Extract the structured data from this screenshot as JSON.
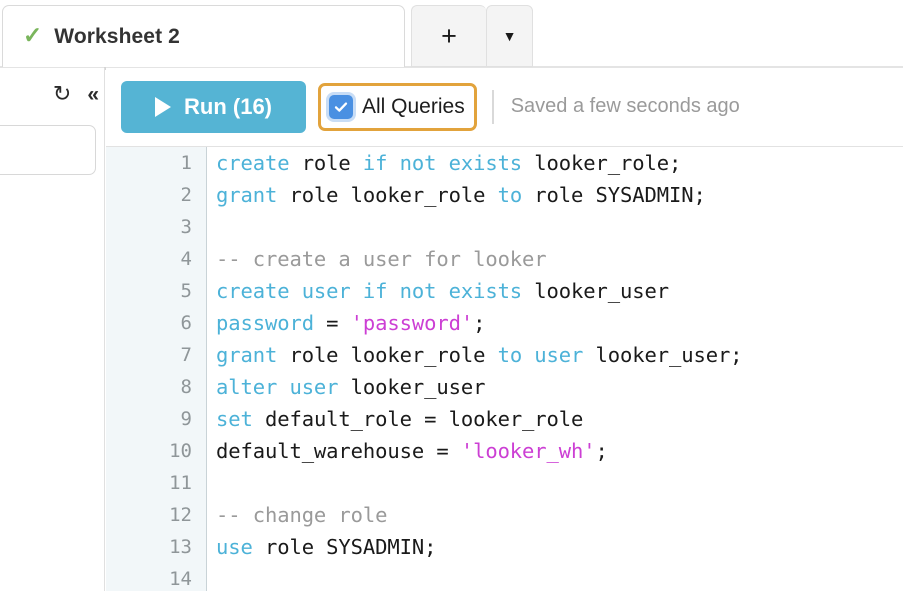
{
  "tabbar": {
    "active_tab": {
      "label": "Worksheet 2",
      "status_icon": "check-icon",
      "status_color": "#7ab55c"
    },
    "add_button_label": "+",
    "dropdown_caret_label": "▼"
  },
  "left_rail": {
    "refresh_icon": "↻",
    "collapse_icon": "«",
    "search_input_value": ""
  },
  "toolbar": {
    "run_label": "Run (16)",
    "run_icon": "play-icon",
    "run_color": "#55b4d4",
    "all_queries_label": "All Queries",
    "all_queries_checked": true,
    "all_queries_focus_color": "#e2a33c",
    "checkbox_color": "#4a90e2",
    "saved_status": "Saved a few seconds ago"
  },
  "editor": {
    "language": "sql",
    "gutter_bg": "#f2f7f9",
    "colors": {
      "keyword": "#4cb2d8",
      "string": "#cc3fd4",
      "comment": "#9a9a9a",
      "plain": "#1a1a1a"
    },
    "lines": [
      {
        "n": "1",
        "tokens": [
          {
            "t": "create",
            "c": "kw"
          },
          {
            "t": " role ",
            "c": "pl"
          },
          {
            "t": "if not exists",
            "c": "kw"
          },
          {
            "t": " looker_role;",
            "c": "pl"
          }
        ]
      },
      {
        "n": "2",
        "tokens": [
          {
            "t": "grant",
            "c": "kw"
          },
          {
            "t": " role looker_role ",
            "c": "pl"
          },
          {
            "t": "to",
            "c": "kw"
          },
          {
            "t": " role SYSADMIN;",
            "c": "pl"
          }
        ]
      },
      {
        "n": "3",
        "tokens": []
      },
      {
        "n": "4",
        "tokens": [
          {
            "t": "-- create a user for looker",
            "c": "cmt"
          }
        ]
      },
      {
        "n": "5",
        "tokens": [
          {
            "t": "create user if not exists",
            "c": "kw"
          },
          {
            "t": " looker_user",
            "c": "pl"
          }
        ]
      },
      {
        "n": "6",
        "tokens": [
          {
            "t": "password",
            "c": "kw"
          },
          {
            "t": " = ",
            "c": "pl"
          },
          {
            "t": "'password'",
            "c": "str"
          },
          {
            "t": ";",
            "c": "pl"
          }
        ]
      },
      {
        "n": "7",
        "tokens": [
          {
            "t": "grant",
            "c": "kw"
          },
          {
            "t": " role looker_role ",
            "c": "pl"
          },
          {
            "t": "to user",
            "c": "kw"
          },
          {
            "t": " looker_user;",
            "c": "pl"
          }
        ]
      },
      {
        "n": "8",
        "tokens": [
          {
            "t": "alter user",
            "c": "kw"
          },
          {
            "t": " looker_user",
            "c": "pl"
          }
        ]
      },
      {
        "n": "9",
        "tokens": [
          {
            "t": "set",
            "c": "kw"
          },
          {
            "t": " default_role = looker_role",
            "c": "pl"
          }
        ]
      },
      {
        "n": "10",
        "tokens": [
          {
            "t": "default_warehouse = ",
            "c": "pl"
          },
          {
            "t": "'looker_wh'",
            "c": "str"
          },
          {
            "t": ";",
            "c": "pl"
          }
        ]
      },
      {
        "n": "11",
        "tokens": []
      },
      {
        "n": "12",
        "tokens": [
          {
            "t": "-- change role",
            "c": "cmt"
          }
        ]
      },
      {
        "n": "13",
        "tokens": [
          {
            "t": "use",
            "c": "kw"
          },
          {
            "t": " role SYSADMIN;",
            "c": "pl"
          }
        ]
      },
      {
        "n": "14",
        "tokens": []
      }
    ]
  }
}
